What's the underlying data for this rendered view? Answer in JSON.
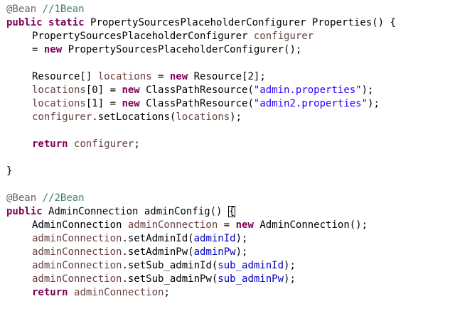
{
  "editor": {
    "lines": [
      {
        "indent": 0,
        "tokens": [
          {
            "t": "@Bean",
            "c": "ann"
          },
          {
            "t": " ",
            "c": "plain"
          },
          {
            "t": "//1Bean",
            "c": "comment"
          }
        ]
      },
      {
        "indent": 0,
        "tokens": [
          {
            "t": "public",
            "c": "kw"
          },
          {
            "t": " ",
            "c": "plain"
          },
          {
            "t": "static",
            "c": "kw"
          },
          {
            "t": " PropertySourcesPlaceholderConfigurer Properties() {",
            "c": "plain"
          }
        ]
      },
      {
        "indent": 1,
        "tokens": [
          {
            "t": "PropertySourcesPlaceholderConfigurer ",
            "c": "plain"
          },
          {
            "t": "configurer",
            "c": "var"
          }
        ]
      },
      {
        "indent": 1,
        "tokens": [
          {
            "t": "= ",
            "c": "plain"
          },
          {
            "t": "new",
            "c": "kw"
          },
          {
            "t": " PropertySourcesPlaceholderConfigurer();",
            "c": "plain"
          }
        ]
      },
      {
        "indent": 0,
        "tokens": []
      },
      {
        "indent": 1,
        "tokens": [
          {
            "t": "Resource[] ",
            "c": "plain"
          },
          {
            "t": "locations",
            "c": "var"
          },
          {
            "t": " = ",
            "c": "plain"
          },
          {
            "t": "new",
            "c": "kw"
          },
          {
            "t": " Resource[2];",
            "c": "plain"
          }
        ]
      },
      {
        "indent": 1,
        "tokens": [
          {
            "t": "locations",
            "c": "var"
          },
          {
            "t": "[0] = ",
            "c": "plain"
          },
          {
            "t": "new",
            "c": "kw"
          },
          {
            "t": " ClassPathResource(",
            "c": "plain"
          },
          {
            "t": "\"admin.properties\"",
            "c": "str"
          },
          {
            "t": ");",
            "c": "plain"
          }
        ]
      },
      {
        "indent": 1,
        "tokens": [
          {
            "t": "locations",
            "c": "var"
          },
          {
            "t": "[1] = ",
            "c": "plain"
          },
          {
            "t": "new",
            "c": "kw"
          },
          {
            "t": " ClassPathResource(",
            "c": "plain"
          },
          {
            "t": "\"admin2.properties\"",
            "c": "str"
          },
          {
            "t": ");",
            "c": "plain"
          }
        ]
      },
      {
        "indent": 1,
        "tokens": [
          {
            "t": "configurer",
            "c": "var"
          },
          {
            "t": ".setLocations(",
            "c": "plain"
          },
          {
            "t": "locations",
            "c": "var"
          },
          {
            "t": ");",
            "c": "plain"
          }
        ]
      },
      {
        "indent": 0,
        "tokens": []
      },
      {
        "indent": 1,
        "tokens": [
          {
            "t": "return",
            "c": "kw"
          },
          {
            "t": " ",
            "c": "plain"
          },
          {
            "t": "configurer",
            "c": "var"
          },
          {
            "t": ";",
            "c": "plain"
          }
        ]
      },
      {
        "indent": 0,
        "tokens": []
      },
      {
        "indent": 0,
        "tokens": [
          {
            "t": "}",
            "c": "plain"
          }
        ]
      },
      {
        "indent": 0,
        "tokens": []
      },
      {
        "indent": 0,
        "tokens": [
          {
            "t": "@Bean",
            "c": "ann"
          },
          {
            "t": " ",
            "c": "plain"
          },
          {
            "t": "//2Bean",
            "c": "comment"
          }
        ]
      },
      {
        "indent": 0,
        "tokens": [
          {
            "t": "public",
            "c": "kw"
          },
          {
            "t": " AdminConnection adminConfig() ",
            "c": "plain"
          },
          {
            "t": "{",
            "c": "brace"
          }
        ]
      },
      {
        "indent": 1,
        "tokens": [
          {
            "t": "AdminConnection ",
            "c": "plain"
          },
          {
            "t": "adminConnection",
            "c": "var"
          },
          {
            "t": " = ",
            "c": "plain"
          },
          {
            "t": "new",
            "c": "kw"
          },
          {
            "t": " AdminConnection();",
            "c": "plain"
          }
        ]
      },
      {
        "indent": 1,
        "tokens": [
          {
            "t": "adminConnection",
            "c": "var"
          },
          {
            "t": ".setAdminId(",
            "c": "plain"
          },
          {
            "t": "adminId",
            "c": "field"
          },
          {
            "t": ");",
            "c": "plain"
          }
        ]
      },
      {
        "indent": 1,
        "tokens": [
          {
            "t": "adminConnection",
            "c": "var"
          },
          {
            "t": ".setAdminPw(",
            "c": "plain"
          },
          {
            "t": "adminPw",
            "c": "field"
          },
          {
            "t": ");",
            "c": "plain"
          }
        ]
      },
      {
        "indent": 1,
        "tokens": [
          {
            "t": "adminConnection",
            "c": "var"
          },
          {
            "t": ".setSub_adminId(",
            "c": "plain"
          },
          {
            "t": "sub_adminId",
            "c": "field"
          },
          {
            "t": ");",
            "c": "plain"
          }
        ]
      },
      {
        "indent": 1,
        "tokens": [
          {
            "t": "adminConnection",
            "c": "var"
          },
          {
            "t": ".setSub_adminPw(",
            "c": "plain"
          },
          {
            "t": "sub_adminPw",
            "c": "field"
          },
          {
            "t": ");",
            "c": "plain"
          }
        ]
      },
      {
        "indent": 1,
        "tokens": [
          {
            "t": "return",
            "c": "kw"
          },
          {
            "t": " ",
            "c": "plain"
          },
          {
            "t": "adminConnection",
            "c": "var"
          },
          {
            "t": ";",
            "c": "plain"
          }
        ]
      }
    ]
  },
  "colors": {
    "background": "#ffffff",
    "plain": "#000000",
    "keyword": "#7f0055",
    "variable": "#6a3e3e",
    "field": "#0000c0",
    "string": "#2a00ff",
    "comment": "#3f7f5f",
    "annotation": "#646464",
    "bracket_box": "#000000"
  }
}
